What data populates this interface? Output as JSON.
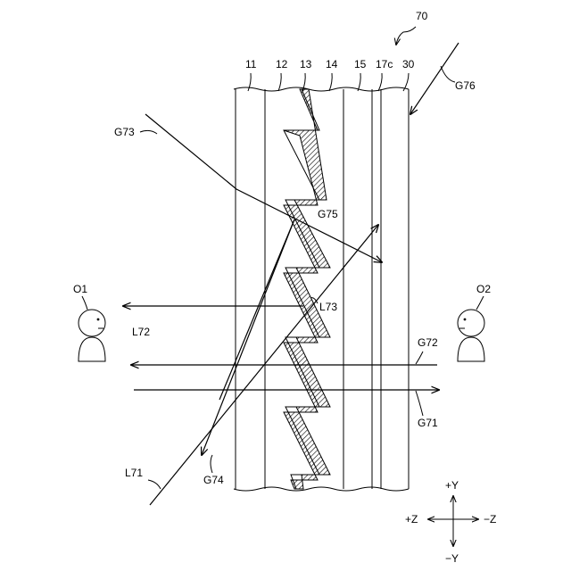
{
  "figure": {
    "number": "70",
    "layers": [
      "11",
      "12",
      "13",
      "14",
      "15",
      "17c",
      "30"
    ],
    "rays": {
      "g71": "G71",
      "g72": "G72",
      "g73": "G73",
      "g74": "G74",
      "g75": "G75",
      "g76": "G76",
      "l71": "L71",
      "l72": "L72",
      "l73": "L73"
    },
    "observers": {
      "left": "O1",
      "right": "O2"
    },
    "axes": {
      "plus_y": "+Y",
      "minus_y": "−Y",
      "plus_z": "+Z",
      "minus_z": "−Z"
    }
  }
}
